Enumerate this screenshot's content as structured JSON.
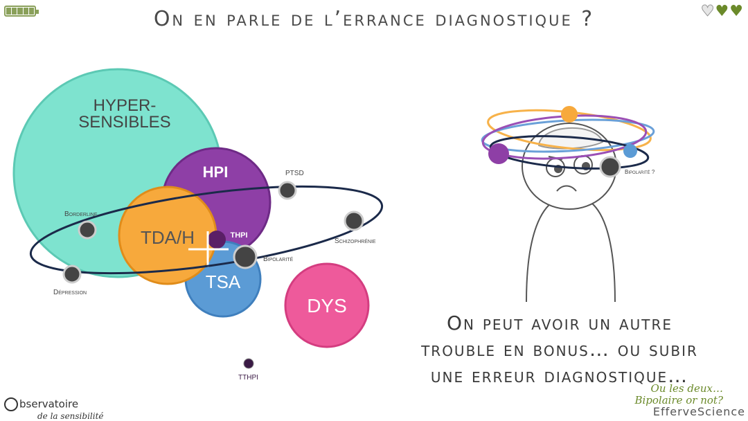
{
  "title": "On en parle de l’errance diagnostique ?",
  "icons": {
    "battery": "battery-icon",
    "hearts": [
      "white-heart-icon",
      "green-heart-icon",
      "green-heart-icon"
    ]
  },
  "colors": {
    "hypersensibles": "#7ee3cf",
    "hpi": "#8e3fa6",
    "tdah": "#f7a93c",
    "tsa": "#5b9bd5",
    "dys": "#ee5a9b",
    "accent": "#6b8a2a"
  },
  "circles": {
    "hypersensibles": "HYPER-",
    "hypersensibles_2": "SENSIBLES",
    "hpi": "HPI",
    "tdah": "TDA/H",
    "tsa": "TSA",
    "dys": "DYS",
    "thpi": "THPI"
  },
  "orbit_labels": {
    "ptsd": "PTSD",
    "borderline": "Borderline",
    "schizophrenie": "Schizophrénie",
    "bipolarite": "Bipolarité",
    "depression": "Dépression",
    "tthpi": "TTHPI"
  },
  "figure": {
    "bipolarite_question": "Bipolarité ?"
  },
  "main_text": [
    "On peut avoir un autre",
    "trouble en bonus… ou subir",
    "une erreur diagnostique…"
  ],
  "aside": [
    "Ou les deux…",
    "Bipolaire or not?"
  ],
  "brand_left": {
    "line1": "bservatoire",
    "line2": "de la sensibilité"
  },
  "brand_right": "EfferveScience"
}
